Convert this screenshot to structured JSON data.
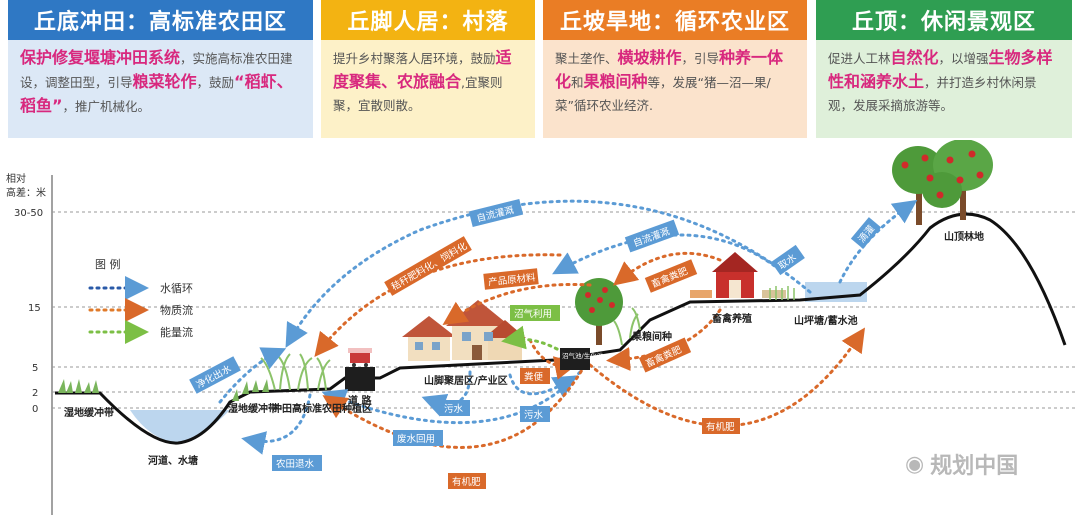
{
  "panels": [
    {
      "title": "丘底冲田：高标准农田区",
      "segments": [
        {
          "t": "保护修复堰塘冲田系统",
          "hl": true
        },
        {
          "t": "，实施高标准农田建设，调整田型，引导",
          "hl": false
        },
        {
          "t": "粮菜轮作",
          "hl": true
        },
        {
          "t": "，鼓励",
          "hl": false
        },
        {
          "t": "“稻虾、稻鱼”",
          "hl": true
        },
        {
          "t": "，推广机械化。",
          "hl": false
        }
      ]
    },
    {
      "title": "丘脚人居：村落",
      "segments": [
        {
          "t": "提升乡村聚落人居环境，鼓励",
          "hl": false
        },
        {
          "t": "适度聚集、农旅融合",
          "hl": true
        },
        {
          "t": ",宜聚则聚，宜散则散。",
          "hl": false
        }
      ]
    },
    {
      "title": "丘坡旱地：循环农业区",
      "segments": [
        {
          "t": "聚土垄作、",
          "hl": false
        },
        {
          "t": "横坡耕作",
          "hl": true
        },
        {
          "t": "，引导",
          "hl": false
        },
        {
          "t": "种养一体化",
          "hl": true
        },
        {
          "t": "和",
          "hl": false
        },
        {
          "t": "果粮间种",
          "hl": true
        },
        {
          "t": "等，发展“猪—沼—果/菜”循环农业经济.",
          "hl": false
        }
      ]
    },
    {
      "title": "丘顶：休闲景观区",
      "segments": [
        {
          "t": "促进人工林",
          "hl": false
        },
        {
          "t": "自然化",
          "hl": true
        },
        {
          "t": "，以增强",
          "hl": false
        },
        {
          "t": "生物多样性和涵养水土",
          "hl": true
        },
        {
          "t": "，并打造乡村休闲景观，发展采摘旅游等。",
          "hl": false
        }
      ]
    }
  ],
  "axis": {
    "title_line1": "相对",
    "title_line2": "高差：米",
    "ticks": [
      "30-50",
      "15",
      "5",
      "2",
      "0"
    ]
  },
  "legend": {
    "title": "图 例",
    "items": [
      {
        "label": "水循环",
        "color": "#2a5aa8"
      },
      {
        "label": "物质流",
        "color": "#e07a2a"
      },
      {
        "label": "能量流",
        "color": "#7cbf45"
      }
    ]
  },
  "zones": {
    "wetland_left": "湿地缓冲带",
    "river": "河道、水塘",
    "wetland_mid": "湿地缓冲带",
    "farmland": "冲田高标准农田种植区",
    "road": "道 路",
    "settlement": "山脚聚居区/产业区",
    "biogas": "沼气池/生化池",
    "fruit_grain": "果粮间种",
    "livestock": "畜禽养殖",
    "pond": "山坪塘/蓄水池",
    "forest": "山顶林地"
  },
  "flows": {
    "self_irrigation_1": "自流灌溉",
    "self_irrigation_2": "自流灌溉",
    "straw": "秸秆肥料化、饲料化",
    "product_material": "产品原材料",
    "manure_1": "畜禽粪肥",
    "water_collect": "取水",
    "drip": "滴灌",
    "biogas_use": "沼气利用",
    "purify": "净化出水",
    "feces": "粪便",
    "sewage_1": "污水",
    "sewage_2": "污水",
    "wastewater": "废水回用",
    "field_drain": "农田退水",
    "organic_1": "有机肥",
    "organic_2": "有机肥",
    "manure_2": "畜禽粪肥"
  },
  "watermark": "规划中国"
}
